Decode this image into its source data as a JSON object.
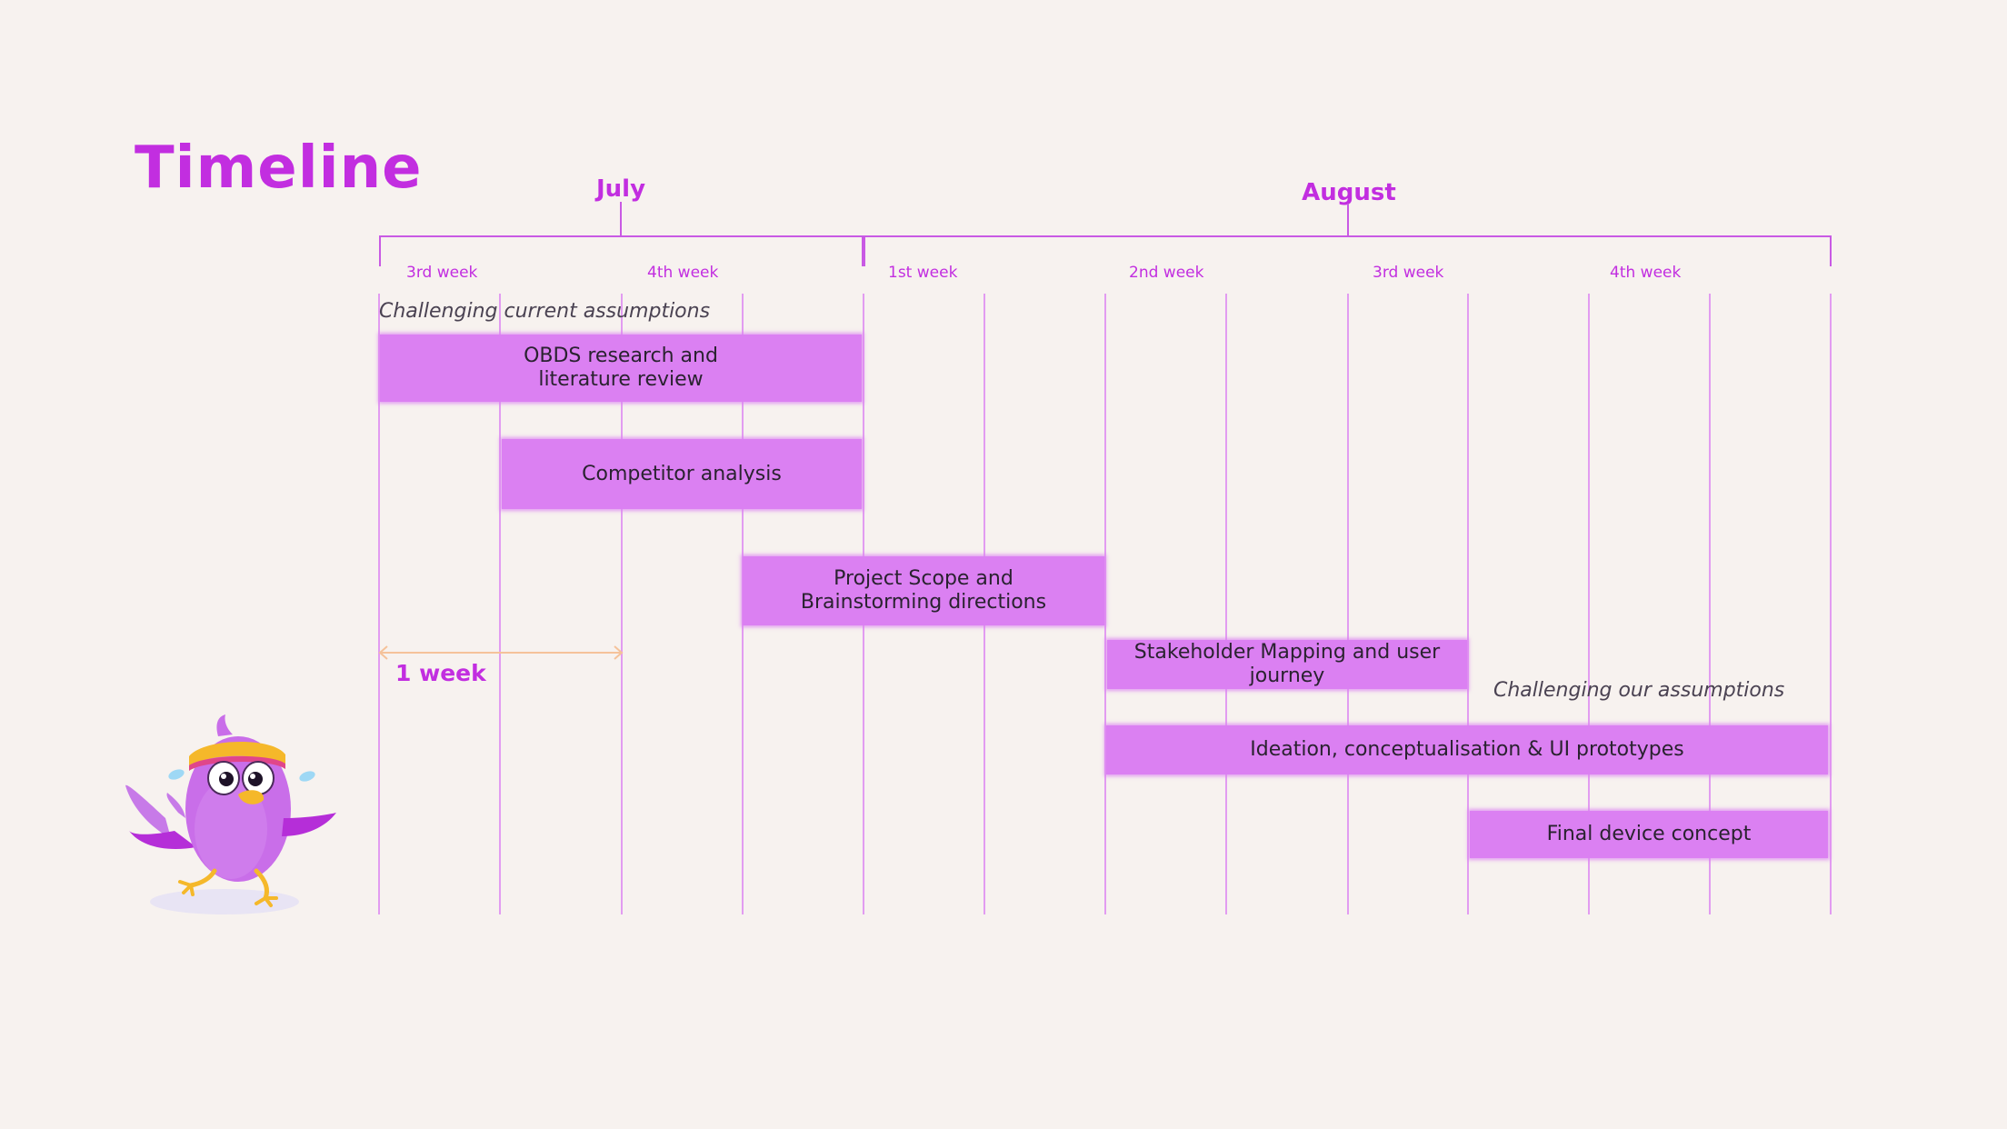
{
  "title": "Timeline",
  "months": [
    {
      "label": "July"
    },
    {
      "label": "August"
    }
  ],
  "weeks": [
    {
      "label": "3rd week"
    },
    {
      "label": "4th week"
    },
    {
      "label": "1st week"
    },
    {
      "label": "2nd week"
    },
    {
      "label": "3rd week"
    },
    {
      "label": "4th week"
    }
  ],
  "notes": {
    "top": "Challenging current assumptions",
    "right": "Challenging our assumptions"
  },
  "tasks": [
    {
      "label": "OBDS research and literature review"
    },
    {
      "label": "Competitor analysis"
    },
    {
      "label": "Project Scope and Brainstorming directions"
    },
    {
      "label": "Stakeholder Mapping and user journey"
    },
    {
      "label": "Ideation, conceptualisation & UI prototypes"
    },
    {
      "label": "Final device concept"
    }
  ],
  "scale": {
    "label": "1 week"
  },
  "colors": {
    "accent": "#c22ee0",
    "bar": "#db80f2",
    "gridline": "#e29cf1",
    "background": "#f7f2ef",
    "scale_arrow": "#f5c29a"
  },
  "mascot": {
    "icon": "purple-bird-mascot-icon"
  }
}
